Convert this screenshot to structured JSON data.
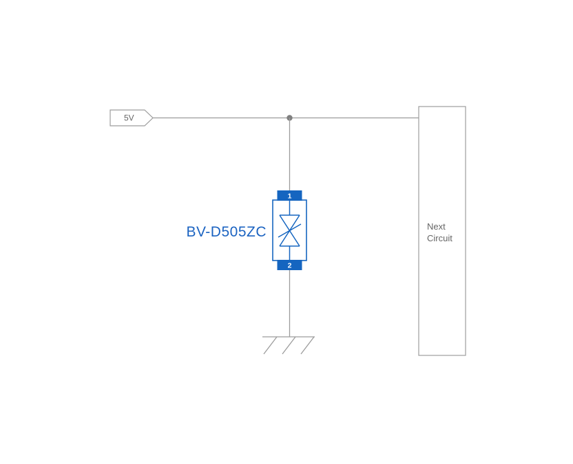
{
  "schematic": {
    "power_label": "5V",
    "component_label": "BV-D505ZC",
    "pins": {
      "pin1": "1",
      "pin2": "2"
    },
    "next_circuit": {
      "line1": "Next",
      "line2": "Circuit"
    },
    "colors": {
      "wire_gray": "#9c9c9c",
      "text_gray": "#666666",
      "component_blue": "#1565c0",
      "label_blue": "#1b63c1",
      "junction_gray": "#7f7f7f",
      "background": "#ffffff"
    }
  }
}
